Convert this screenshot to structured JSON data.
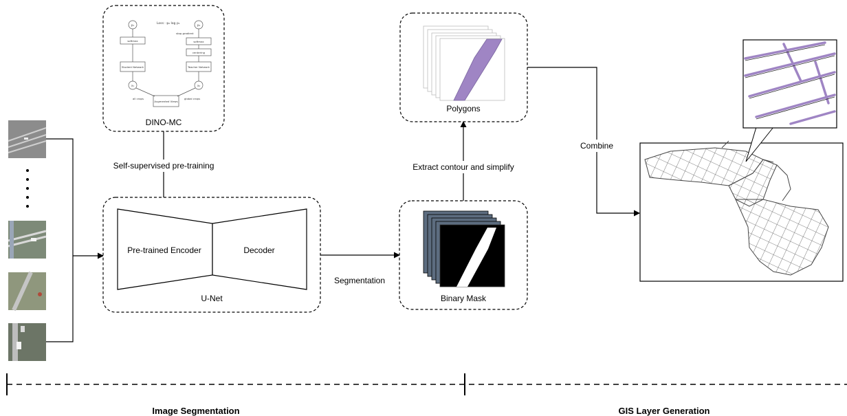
{
  "boxes": {
    "dino": "DINO-MC",
    "unet": "U-Net",
    "encoder": "Pre-trained Encoder",
    "decoder": "Decoder",
    "binary_mask": "Binary Mask",
    "polygons": "Polygons"
  },
  "edges": {
    "pretraining": "Self-supervised pre-training",
    "segmentation": "Segmentation",
    "extract": "Extract contour and simplify",
    "combine": "Combine"
  },
  "dino_inner": {
    "loss": "Loss: -p₂ log p₁",
    "p1": "p₁",
    "p2": "p₂",
    "softmax_left": "softmax",
    "softmax_right": "softmax",
    "stop_gradient": "stop-gradient",
    "centering": "centering",
    "student": "Student Network",
    "teacher": "Teacher Network",
    "x1": "x₁",
    "x2": "x₂",
    "augmented": "Augmented Views",
    "all_crops": "all crops",
    "global_crops": "global crops"
  },
  "sections": {
    "left": "Image Segmentation",
    "right": "GIS Layer Generation"
  },
  "colors": {
    "polygon_fill": "#9f85c4",
    "mask_stack": "#5d6d80",
    "map_lines": "#444444"
  }
}
